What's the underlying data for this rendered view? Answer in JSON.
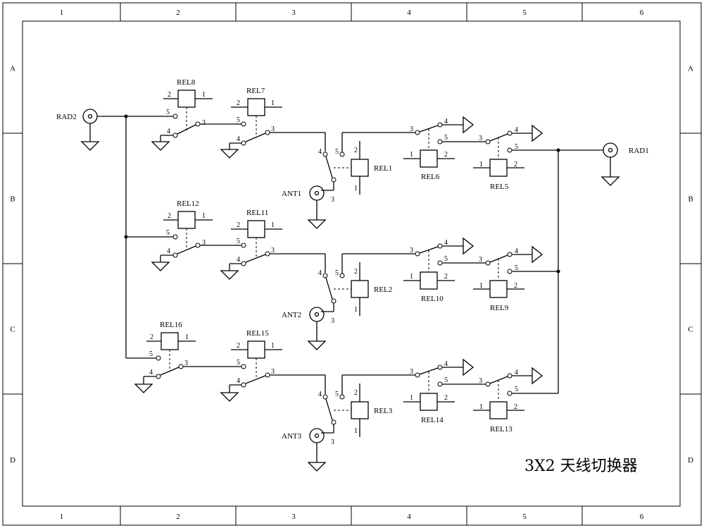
{
  "frame": {
    "columns": [
      "1",
      "2",
      "3",
      "4",
      "5",
      "6"
    ],
    "rows": [
      "A",
      "B",
      "C",
      "D"
    ]
  },
  "title": "3X2 天线切换器",
  "connectors": {
    "rad2": "RAD2",
    "rad1": "RAD1",
    "ant1": "ANT1",
    "ant2": "ANT2",
    "ant3": "ANT3"
  },
  "relays": {
    "rel1": "REL1",
    "rel2": "REL2",
    "rel3": "REL3",
    "rel5": "REL5",
    "rel6": "REL6",
    "rel7": "REL7",
    "rel8": "REL8",
    "rel9": "REL9",
    "rel10": "REL10",
    "rel11": "REL11",
    "rel12": "REL12",
    "rel13": "REL13",
    "rel14": "REL14",
    "rel15": "REL15",
    "rel16": "REL16"
  },
  "pins": {
    "p1": "1",
    "p2": "2",
    "p3": "3",
    "p4": "4",
    "p5": "5"
  }
}
